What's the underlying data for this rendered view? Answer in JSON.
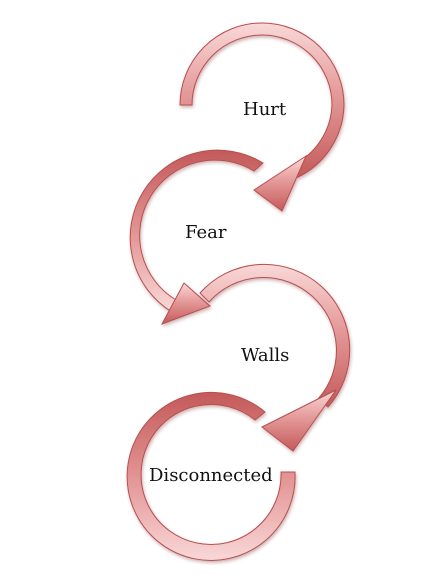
{
  "stages": [
    {
      "label": "Hurt"
    },
    {
      "label": "Fear"
    },
    {
      "label": "Walls"
    },
    {
      "label": "Disconnected"
    }
  ],
  "colors": {
    "arrow_fill_dark": "#c85a5a",
    "arrow_fill_mid": "#e08a8a",
    "arrow_fill_light": "#f6cccc",
    "arrow_stroke": "#b04848",
    "label_text": "#111111",
    "background": "#ffffff"
  }
}
